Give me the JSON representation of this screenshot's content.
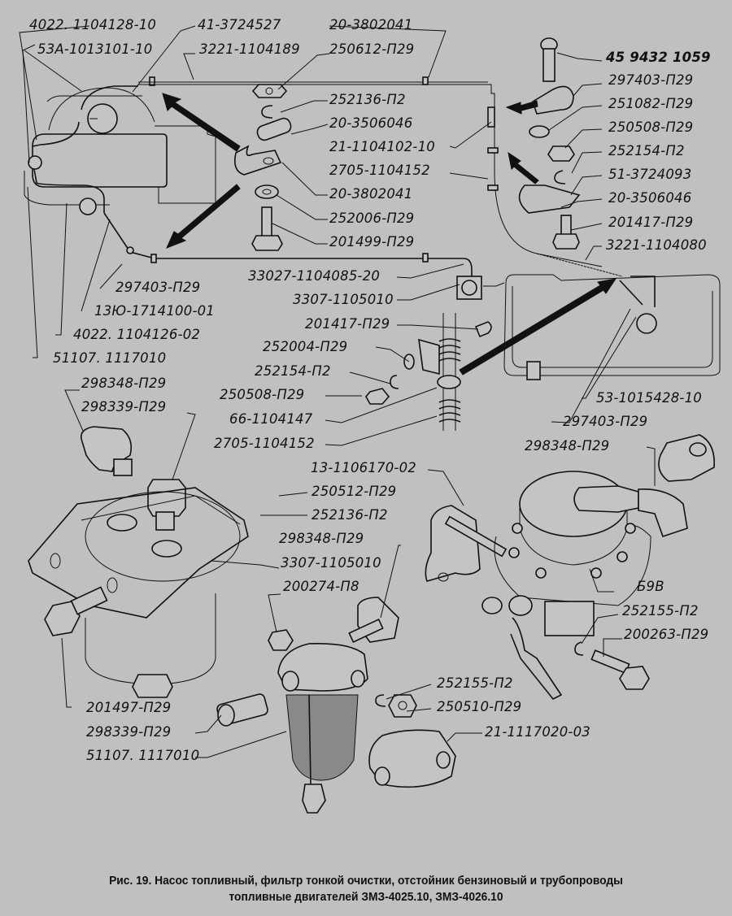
{
  "figure": {
    "caption_line1": "Рис. 19. Насос топливный, фильтр тонкой очистки, отстойник бензиновый и трубопроводы",
    "caption_line2": "топливные двигателей ЗМЗ-4025.10, ЗМЗ-4026.10",
    "background_color": "#c0c0c0",
    "line_color": "#111111"
  },
  "labels": {
    "l01": "4022. 1104128-10",
    "l02": "53А-1013101-10",
    "l03": "41-3724527",
    "l04": "3221-1104189",
    "l05": "20-3802041",
    "l06": "250612-П29",
    "l07": "45 9432 1059",
    "l08": "297403-П29",
    "l09": "252136-П2",
    "l10": "251082-П29",
    "l11": "20-3506046",
    "l12": "250508-П29",
    "l13": "21-1104102-10",
    "l14": "252154-П2",
    "l15": "2705-1104152",
    "l16": "51-3724093",
    "l17": "20-3802041",
    "l18": "20-3506046",
    "l19": "252006-П29",
    "l20": "201417-П29",
    "l21": "201499-П29",
    "l22": "3221-1104080",
    "l23": "33027-1104085-20",
    "l24": "297403-П29",
    "l25": "3307-1105010",
    "l26": "13Ю-1714100-01",
    "l27": "201417-П29",
    "l28": "4022. 1104126-02",
    "l29": "252004-П29",
    "l30": "51107. 1117010",
    "l31": "252154-П2",
    "l32": "298348-П29",
    "l33": "250508-П29",
    "l34": "53-1015428-10",
    "l35": "298339-П29",
    "l36": "66-1104147",
    "l37": "297403-П29",
    "l38": "2705-1104152",
    "l39": "298348-П29",
    "l40": "13-1106170-02",
    "l41": "250512-П29",
    "l42": "252136-П2",
    "l43": "298348-П29",
    "l44": "3307-1105010",
    "l45": "200274-П8",
    "l46": "Б9В",
    "l47": "252155-П2",
    "l48": "200263-П29",
    "l49": "252155-П2",
    "l50": "201497-П29",
    "l51": "250510-П29",
    "l52": "298339-П29",
    "l53": "21-1117020-03",
    "l54": "51107. 1117010"
  }
}
